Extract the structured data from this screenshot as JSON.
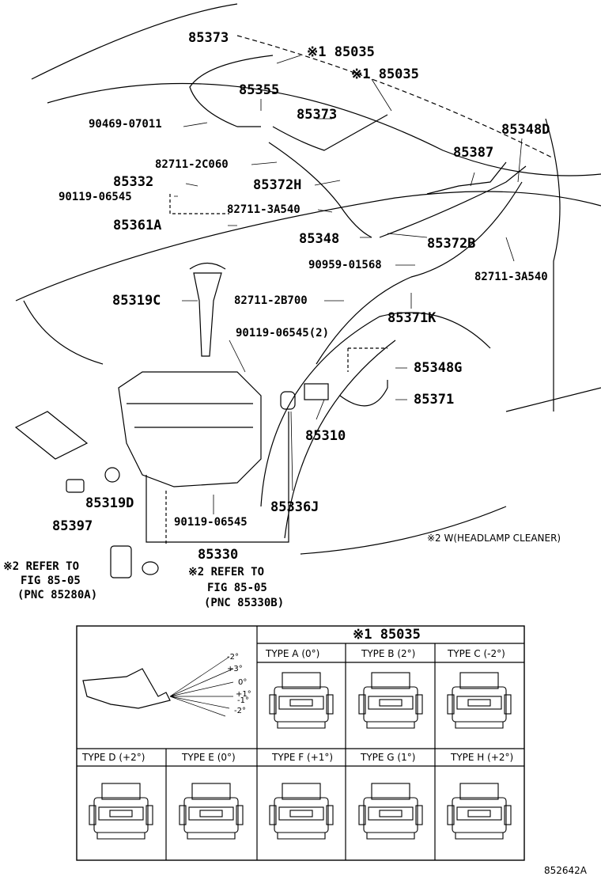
{
  "diagram": {
    "part_labels": [
      "85373",
      "※1 85035",
      "※1 85035",
      "85355",
      "85373",
      "90469-07011",
      "85348D",
      "82711-2C060",
      "85387",
      "85332",
      "85372H",
      "90119-06545",
      "82711-3A540",
      "85361A",
      "85348",
      "85372B",
      "90959-01568",
      "82711-3A540",
      "85319C",
      "82711-2B700",
      "85371K",
      "90119-06545(2)",
      "85348G",
      "85371",
      "85310",
      "85319D",
      "85336J",
      "85397",
      "90119-06545",
      "85330"
    ],
    "notes": {
      "note1": [
        "※2 REFER TO",
        "FIG 85-05",
        "(PNC 85280A)"
      ],
      "note2": [
        "※2 REFER TO",
        "FIG 85-05",
        "(PNC 85330B)"
      ],
      "note3": "※2  W(HEADLAMP CLEANER)"
    },
    "table": {
      "header": "※1 85035",
      "angles": [
        "-2°",
        "+3°",
        "0°",
        "+1°",
        "-1°",
        "-2°"
      ],
      "types": [
        "TYPE A (0°)",
        "TYPE B (2°)",
        "TYPE C (-2°)",
        "TYPE D (+2°)",
        "TYPE E (0°)",
        "TYPE F (+1°)",
        "TYPE G (1°)",
        "TYPE H (+2°)"
      ]
    },
    "footer_code": "852642A"
  }
}
